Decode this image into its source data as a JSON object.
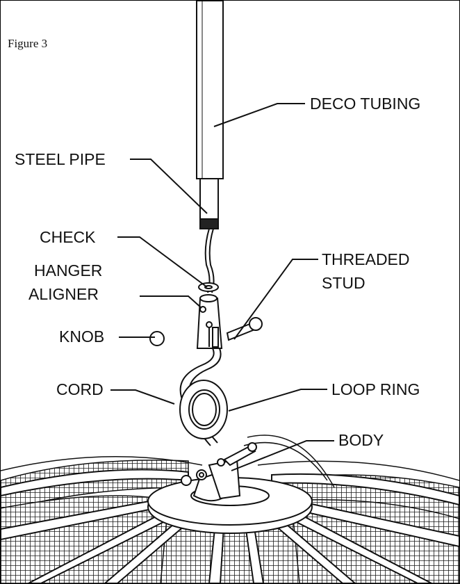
{
  "figure_title": "Figure 3",
  "labels": {
    "deco_tubing": "DECO TUBING",
    "steel_pipe": "STEEL PIPE",
    "check": "CHECK",
    "hanger_aligner_line1": "HANGER",
    "hanger_aligner_line2": "ALIGNER",
    "threaded_stud_line1": "THREADED",
    "threaded_stud_line2": "STUD",
    "knob": "KNOB",
    "loop_ring": "LOOP RING",
    "cord": "CORD",
    "body": "BODY"
  },
  "colors": {
    "line": "#111111",
    "background": "#ffffff",
    "mesh": "#1a1a1a"
  }
}
